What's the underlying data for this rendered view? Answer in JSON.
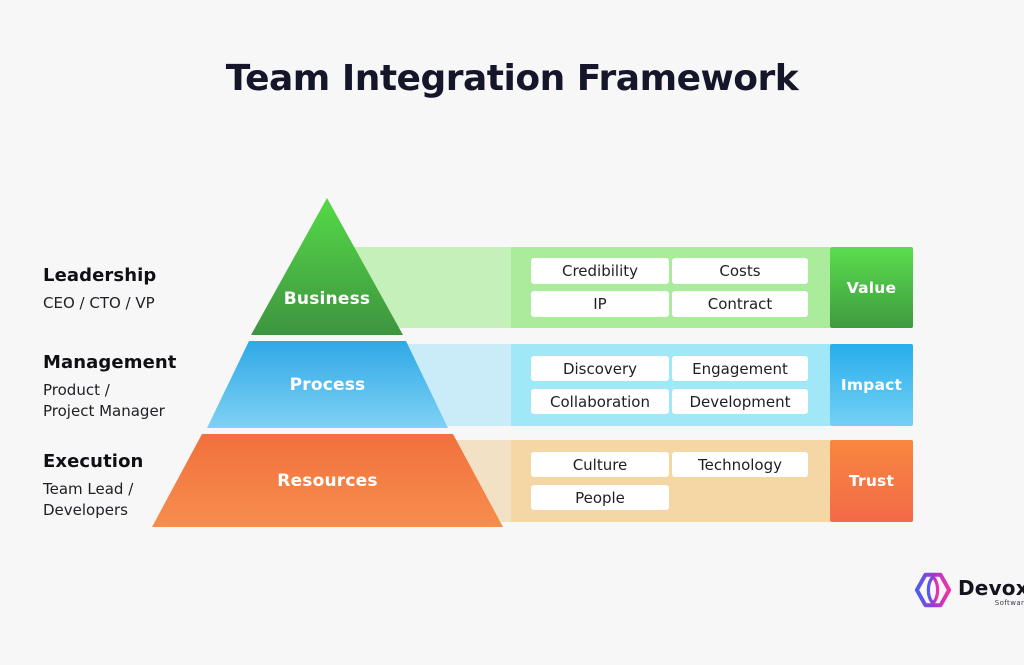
{
  "title": "Team Integration Framework",
  "left_labels": [
    {
      "heading": "Leadership",
      "lines": [
        "CEO / CTO / VP"
      ]
    },
    {
      "heading": "Management",
      "lines": [
        "Product /",
        "Project Manager"
      ]
    },
    {
      "heading": "Execution",
      "lines": [
        "Team Lead /",
        "Developers"
      ]
    }
  ],
  "rows": [
    {
      "level": "Business",
      "outcome": "Value",
      "chips": [
        "Credibility",
        "Costs",
        "IP",
        "Contract"
      ]
    },
    {
      "level": "Process",
      "outcome": "Impact",
      "chips": [
        "Discovery",
        "Engagement",
        "Collaboration",
        "Development"
      ]
    },
    {
      "level": "Resources",
      "outcome": "Trust",
      "chips": [
        "Culture",
        "Technology",
        "People"
      ]
    }
  ],
  "logo": {
    "name": "Devox",
    "subtitle": "Software"
  },
  "colors": {
    "background": "#f7f7f8",
    "business_green": "#46c03f",
    "business_band": "#c5f0b9",
    "process_blue": "#35aae6",
    "process_band": "#c9ecf8",
    "resources_orange": "#f4743f",
    "resources_band": "#f3e1c5",
    "logo_gradient_start": "#4a5ff0",
    "logo_gradient_end": "#ee35a5",
    "title_color": "#15162a"
  }
}
